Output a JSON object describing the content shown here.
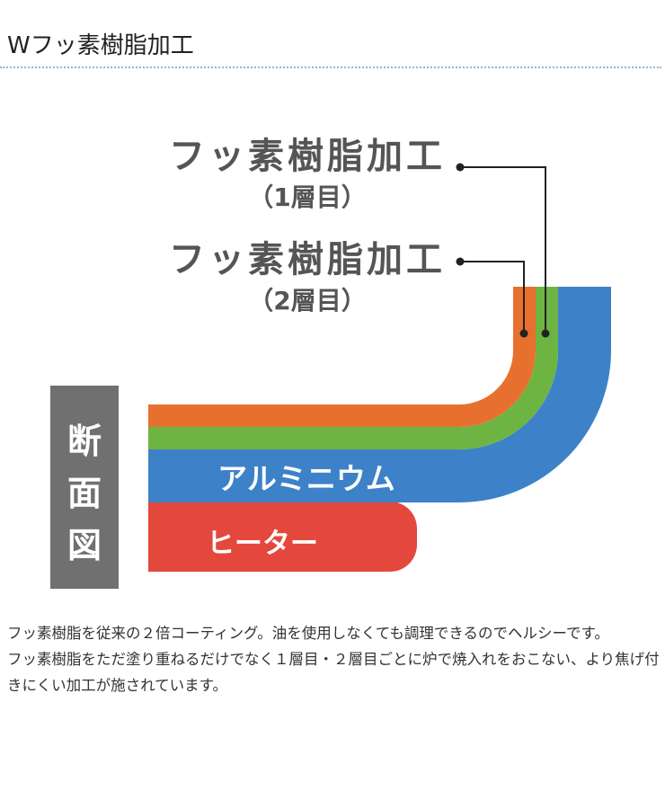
{
  "header": {
    "title": "Wフッ素樹脂加工"
  },
  "diagram": {
    "side_label": [
      "断",
      "面",
      "図"
    ],
    "layer1_label": "フッ素樹脂加工",
    "layer1_sub": "（1層目）",
    "layer2_label": "フッ素樹脂加工",
    "layer2_sub": "（2層目）",
    "aluminum_label": "アルミニウム",
    "heater_label": "ヒーター",
    "colors": {
      "coating_layer_2": "#e8702e",
      "coating_layer_1": "#6db443",
      "aluminum": "#3d82c8",
      "heater": "#e4483c",
      "side_box": "#707070",
      "label_text": "#555555"
    }
  },
  "description": {
    "line1": "フッ素樹脂を従来の２倍コーティング。油を使用しなくても調理できるのでヘルシーです。",
    "line2": "フッ素樹脂をただ塗り重ねるだけでなく１層目・２層目ごとに炉で焼入れをおこない、より焦げ付きにくい加工が施されています。"
  }
}
